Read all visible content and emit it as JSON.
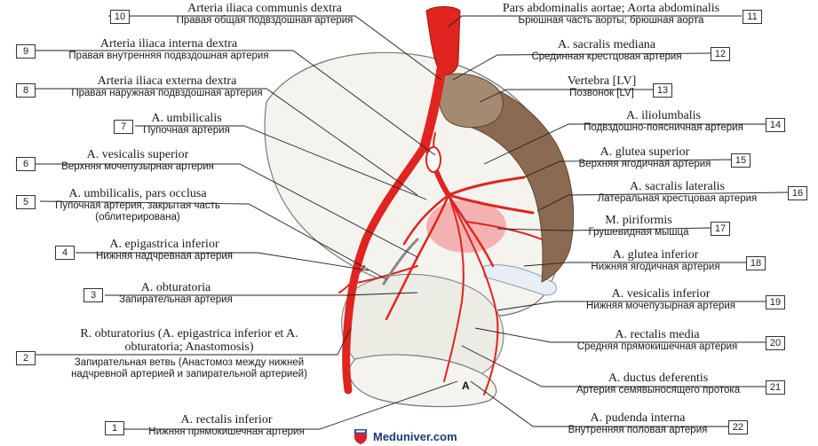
{
  "labels": [
    {
      "num": "1",
      "latin": "A. rectalis inferior",
      "russian": "Нижняя прямокишечная артерия"
    },
    {
      "num": "2",
      "latin": "R. obturatorius (A. epigastrica inferior et A. obturatoria; Anastomosis)",
      "russian": "Запирательная ветвь (Анастомоз между нижней надчревной артерией и запирательной артерией)"
    },
    {
      "num": "3",
      "latin": "A. obturatoria",
      "russian": "Запирательная артерия"
    },
    {
      "num": "4",
      "latin": "A. epigastrica inferior",
      "russian": "Нижняя надчревная артерия"
    },
    {
      "num": "5",
      "latin": "A. umbilicalis, pars occlusa",
      "russian": "Пупочная артерия, закрытая часть (облитерирована)"
    },
    {
      "num": "6",
      "latin": "A. vesicalis superior",
      "russian": "Верхняя мочепузырная артерия"
    },
    {
      "num": "7",
      "latin": "A. umbilicalis",
      "russian": "Пупочная артерия"
    },
    {
      "num": "8",
      "latin": "Arteria iliaca externa dextra",
      "russian": "Правая наружная подвздошная артерия"
    },
    {
      "num": "9",
      "latin": "Arteria iliaca interna dextra",
      "russian": "Правая внутренняя подвздошная артерия"
    },
    {
      "num": "10",
      "latin": "Arteria iliaca communis dextra",
      "russian": "Правая общая подвздошная артерия"
    },
    {
      "num": "11",
      "latin": "Pars abdominalis aortae; Aorta abdominalis",
      "russian": "Брюшная часть аорты; брюшная аорта"
    },
    {
      "num": "12",
      "latin": "A. sacralis mediana",
      "russian": "Срединная крестцовая артерия"
    },
    {
      "num": "13",
      "latin": "Vertebra [LV]",
      "russian": "Позвонок [LV]"
    },
    {
      "num": "14",
      "latin": "A. iliolumbalis",
      "russian": "Подвздошно-поясничная артерия"
    },
    {
      "num": "15",
      "latin": "A. glutea superior",
      "russian": "Верхняя ягодичная артерия"
    },
    {
      "num": "16",
      "latin": "A. sacralis lateralis",
      "russian": "Латеральная крестцовая артерия"
    },
    {
      "num": "17",
      "latin": "M. piriformis",
      "russian": "Грушевидная мышца"
    },
    {
      "num": "18",
      "latin": "A. glutea inferior",
      "russian": "Нижняя ягодичная артерия"
    },
    {
      "num": "19",
      "latin": "A. vesicalis inferior",
      "russian": "Нижняя мочепузырная артерия"
    },
    {
      "num": "20",
      "latin": "A. rectalis media",
      "russian": "Средняя прямокишечная артерия"
    },
    {
      "num": "21",
      "latin": "A. ductus deferentis",
      "russian": "Артерия семявыносящего протока"
    },
    {
      "num": "22",
      "latin": "A. pudenda interna",
      "russian": "Внутренняя половая артерия"
    }
  ],
  "figure_letter": "A",
  "watermark": "Meduniver.com",
  "colors": {
    "artery": "#e0241f",
    "bone": "#f4f3ee",
    "bone_line": "#777777",
    "vertebra": "#8a6b52",
    "muscle": "#f2a6a6",
    "leader": "#222222"
  }
}
